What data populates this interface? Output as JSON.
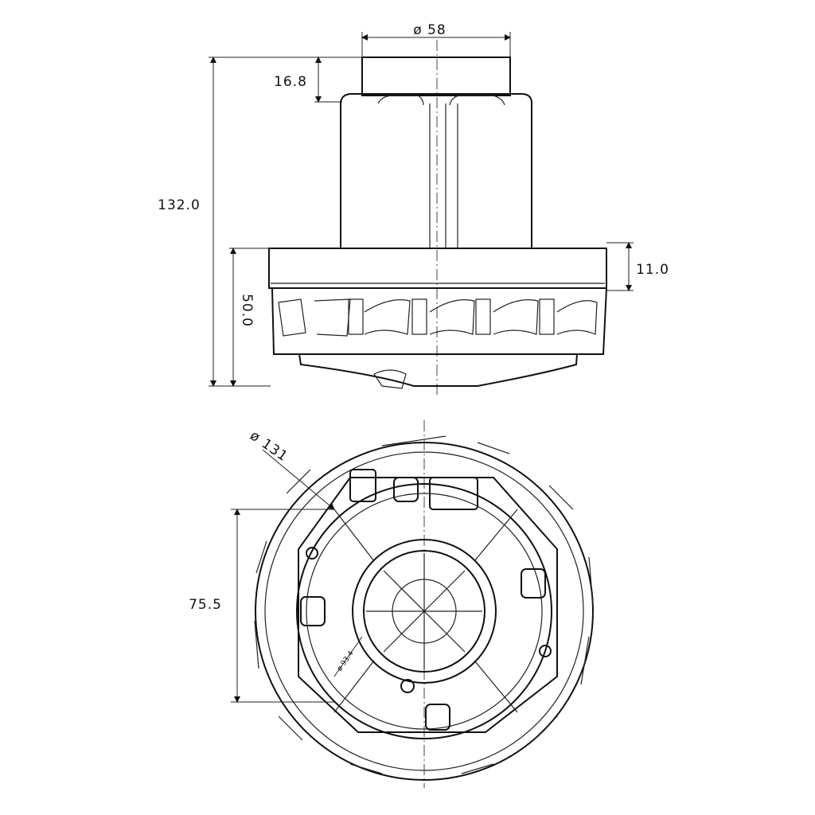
{
  "title": "Motor dimension drawing",
  "side_view": {
    "dimensions": {
      "top_diameter": "ø 58",
      "cap_height": "16.8",
      "total_height": "132.0",
      "lower_height": "50.0",
      "flange_height": "11.0"
    }
  },
  "bottom_view": {
    "dimensions": {
      "outer_diameter": "ø 131",
      "mount_spacing": "75.5",
      "inner_diameter": "ø 93.4"
    }
  }
}
